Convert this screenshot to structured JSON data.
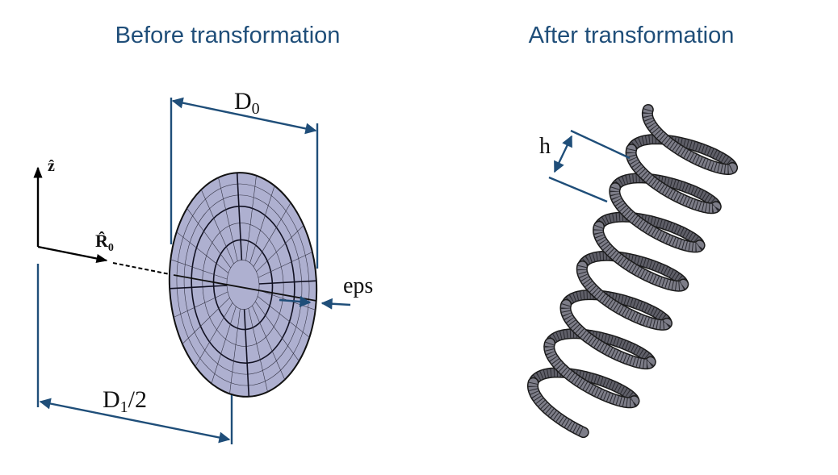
{
  "titles": {
    "left": "Before transformation",
    "right": "After transformation"
  },
  "labels": {
    "d0_main": "D",
    "d0_sub": "0",
    "d1_main": "D",
    "d1_sub": "1",
    "d1_suffix": "/2",
    "eps": "eps",
    "h": "h",
    "z_axis": "ẑ",
    "r_main": "R̂",
    "r_sub": "0"
  },
  "colors": {
    "dimension": "#1f4e79",
    "disk_fill": "#aeb0d0",
    "spring_fill": "#7d7d88"
  },
  "icons": {
    "arrowhead": "filled-triangle-arrow"
  }
}
